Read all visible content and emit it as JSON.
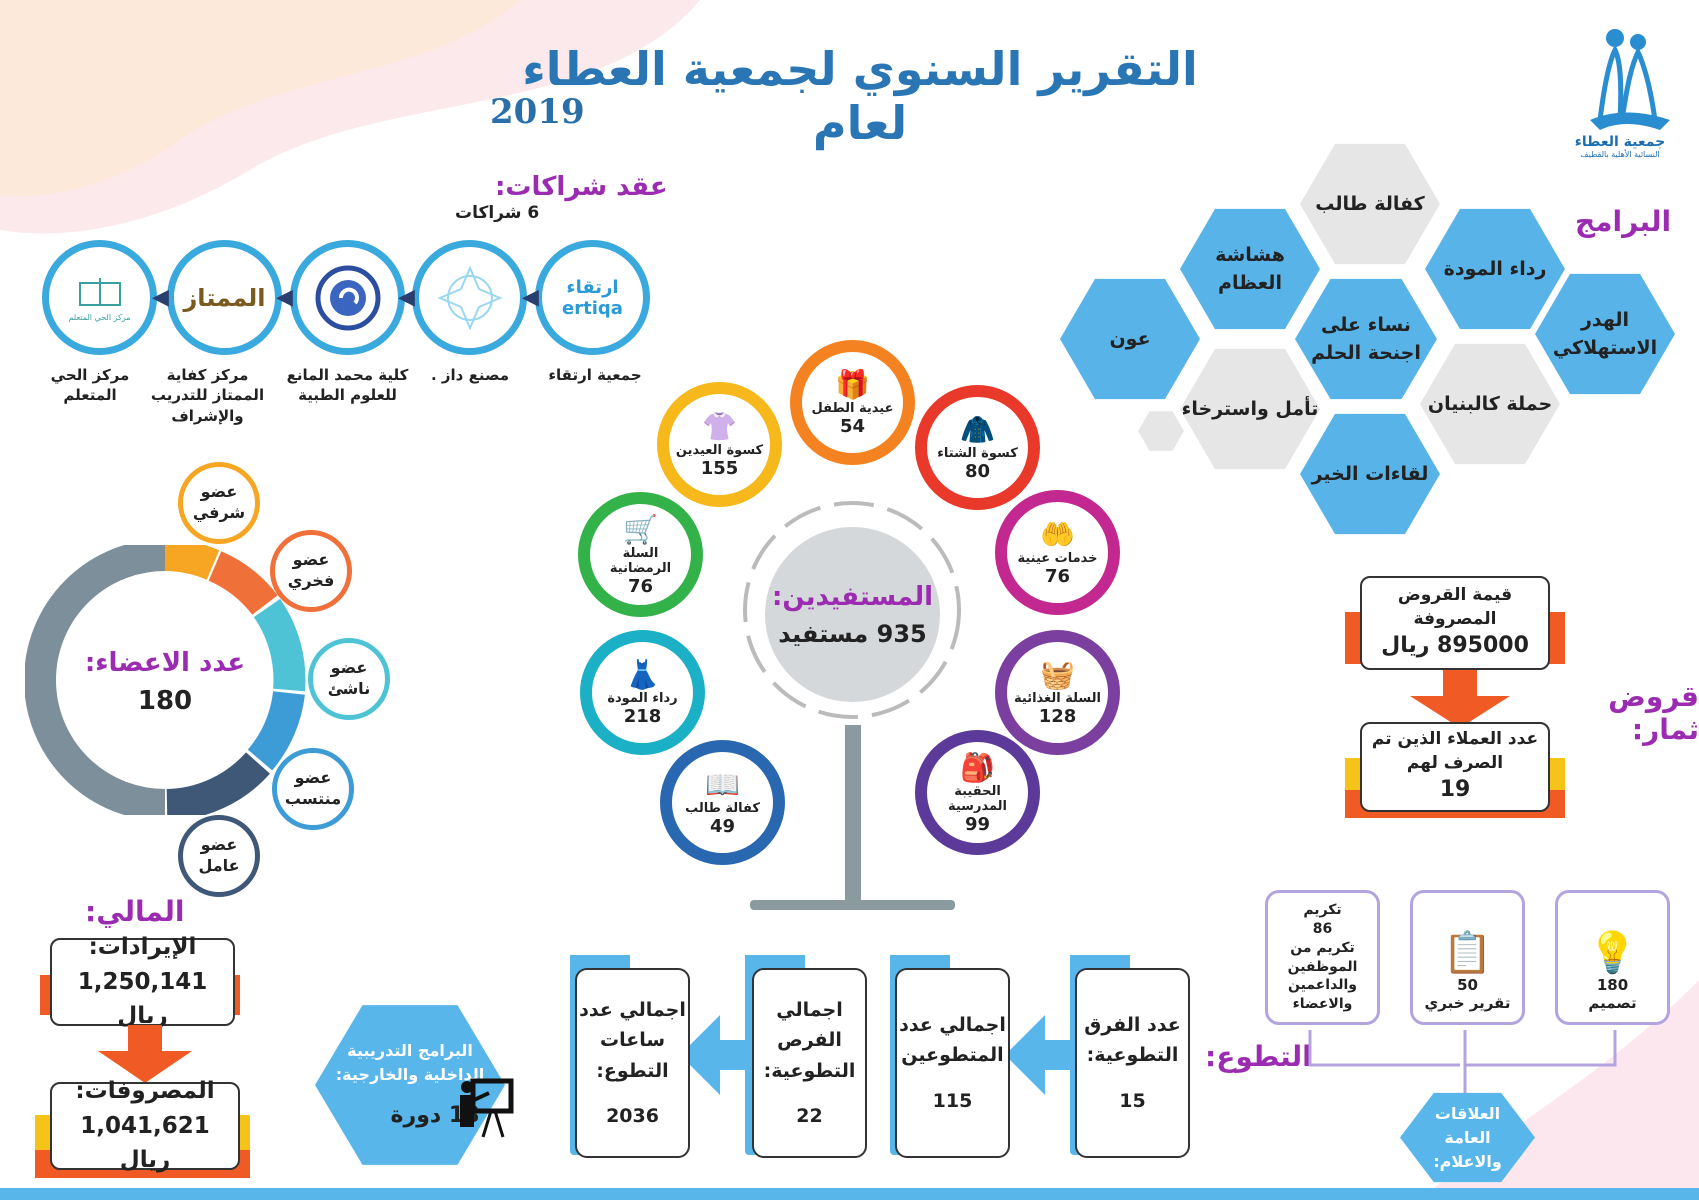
{
  "header": {
    "title": "التقرير السنوي لجمعية العطاء لعام",
    "year": "2019"
  },
  "logo": {
    "name": "جمعية العطاء",
    "subtitle": "النسائية الأهلية بالقطيف"
  },
  "programs": {
    "title": "البرامج",
    "items": [
      "كفالة طالب",
      "هشاشة العظام",
      "رداء المودة",
      "عون",
      "نساء على اجنحة الحلم",
      "الهدر الاستهلاكي",
      "تأمل واسترخاء",
      "حملة كالبنيان",
      "لقاءات الخير"
    ]
  },
  "partnerships": {
    "title": "عقد شراكات:",
    "count": "6 شراكات",
    "items": [
      {
        "label": "جمعية ارتقاء",
        "logo_text": "ارتقاء ertiqa"
      },
      {
        "label": "مصنع داز .",
        "logo_text": ""
      },
      {
        "label": "كلية محمد المانع للعلوم الطبية",
        "logo_text": ""
      },
      {
        "label": "مركز كفاية الممتاز للتدريب والإشراف",
        "logo_text": "الممتاز"
      },
      {
        "label": "مركز الحي المتعلم",
        "logo_text": "مركز الحي المتعلم"
      }
    ]
  },
  "beneficiaries": {
    "title": "المستفيدين:",
    "total": "935 مستفيد",
    "items": [
      {
        "label": "عيدية الطفل",
        "value": "54",
        "color": "#f58220",
        "icon": "gift-icon"
      },
      {
        "label": "كسوة الشتاء",
        "value": "80",
        "color": "#e8392a",
        "icon": "coat-icon"
      },
      {
        "label": "خدمات عينية",
        "value": "76",
        "color": "#c2288f",
        "icon": "hand-icon"
      },
      {
        "label": "السلة الغذائية",
        "value": "128",
        "color": "#7b3fa0",
        "icon": "basket-icon"
      },
      {
        "label": "الحقيبة المدرسية",
        "value": "99",
        "color": "#5b3a99",
        "icon": "schoolbag-icon"
      },
      {
        "label": "كفالة طالب",
        "value": "49",
        "color": "#2a67b1",
        "icon": "book-icon"
      },
      {
        "label": "رداء المودة",
        "value": "218",
        "color": "#1bb0c6",
        "icon": "dress-icon"
      },
      {
        "label": "السلة الرمضانية",
        "value": "76",
        "color": "#34b24a",
        "icon": "cart-icon"
      },
      {
        "label": "كسوة العيدين",
        "value": "155",
        "color": "#f6b81a",
        "icon": "child-dress-icon"
      }
    ]
  },
  "members": {
    "title": "عدد الاعضاء:",
    "total": "180",
    "types": [
      {
        "label": "عضو شرفي",
        "color": "#f6a623"
      },
      {
        "label": "عضو فخري",
        "color": "#f0703a"
      },
      {
        "label": "عضو ناشئ",
        "color": "#4fc3d6"
      },
      {
        "label": "عضو منتسب",
        "color": "#3d9bd6"
      },
      {
        "label": "عضو عامل",
        "color": "#3f5878"
      }
    ]
  },
  "loans": {
    "title": "قروض ثمار:",
    "value_label": "قيمة القروض المصروفة",
    "value": "895000 ريال",
    "clients_label": "عدد العملاء الذين تم الصرف لهم",
    "clients": "19"
  },
  "finance": {
    "title": "المالي:",
    "income_label": "الإيرادات:",
    "income": "1,250,141 ريال",
    "expense_label": "المصروفات:",
    "expense": "1,041,621 ريال"
  },
  "training": {
    "label": "البرامج التدريبية الداخلية والخارجية:",
    "value": "18 دورة"
  },
  "volunteering": {
    "title": "التطوع:",
    "items": [
      {
        "label": "عدد الفرق التطوعية:",
        "value": "15"
      },
      {
        "label": "اجمالي عدد المتطوعين",
        "value": "115"
      },
      {
        "label": "اجمالي الفرص التطوعية:",
        "value": "22"
      },
      {
        "label": "اجمالي عدد ساعات التطوع:",
        "value": "2036"
      }
    ]
  },
  "pr": {
    "label": "العلاقات العامة والاعلام:",
    "items": [
      {
        "value": "180",
        "label": "تصميم",
        "icon": "bulb-icon"
      },
      {
        "value": "50",
        "label": "تقرير خبري",
        "icon": "clipboard-icon"
      },
      {
        "value": "86",
        "label": "تكريم من الموظفين والداعمين والاعضاء",
        "title": "تكريم",
        "icon": ""
      }
    ]
  }
}
